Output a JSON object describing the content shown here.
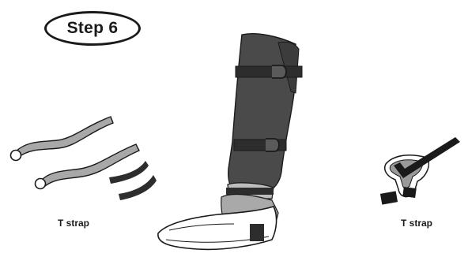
{
  "step": {
    "label": "Step 6"
  },
  "captions": {
    "left": "T strap",
    "right": "T strap"
  },
  "colors": {
    "outline": "#1a1a1a",
    "brace": "#4a4a4a",
    "strap_dark": "#2d2d2d",
    "strap_light": "#a8a8a8",
    "ankle_cuff": "#bdbdbd",
    "shoe": "#ffffff"
  }
}
